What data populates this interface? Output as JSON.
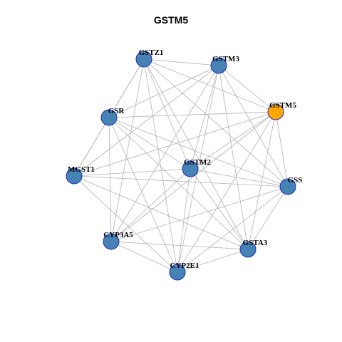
{
  "title": "GSTM5",
  "colors": {
    "default_node": "#4682b4",
    "highlight_node": "#ffa500",
    "node_border": "#1f2fbf",
    "edge": "#b3b3b3"
  },
  "nodes": [
    {
      "id": "GSTZ1",
      "highlight": false
    },
    {
      "id": "GSTM3",
      "highlight": false
    },
    {
      "id": "GSTM5",
      "highlight": true
    },
    {
      "id": "GSR",
      "highlight": false
    },
    {
      "id": "GSTM2",
      "highlight": false
    },
    {
      "id": "MGST1",
      "highlight": false
    },
    {
      "id": "GSS",
      "highlight": false
    },
    {
      "id": "CYP3A5",
      "highlight": false
    },
    {
      "id": "GSTA3",
      "highlight": false
    },
    {
      "id": "CYP2E1",
      "highlight": false
    }
  ],
  "edges": [
    [
      "GSTZ1",
      "GSTM3"
    ],
    [
      "GSTZ1",
      "GSTM5"
    ],
    [
      "GSTZ1",
      "GSR"
    ],
    [
      "GSTZ1",
      "MGST1"
    ],
    [
      "GSTZ1",
      "GSTM2"
    ],
    [
      "GSTZ1",
      "GSS"
    ],
    [
      "GSTZ1",
      "CYP3A5"
    ],
    [
      "GSTZ1",
      "GSTA3"
    ],
    [
      "GSTZ1",
      "CYP2E1"
    ],
    [
      "GSTM3",
      "GSTM5"
    ],
    [
      "GSTM3",
      "GSR"
    ],
    [
      "GSTM3",
      "MGST1"
    ],
    [
      "GSTM3",
      "GSTM2"
    ],
    [
      "GSTM3",
      "GSS"
    ],
    [
      "GSTM3",
      "CYP3A5"
    ],
    [
      "GSTM3",
      "GSTA3"
    ],
    [
      "GSTM3",
      "CYP2E1"
    ],
    [
      "GSTM5",
      "GSR"
    ],
    [
      "GSTM5",
      "MGST1"
    ],
    [
      "GSTM5",
      "GSTM2"
    ],
    [
      "GSTM5",
      "GSS"
    ],
    [
      "GSTM5",
      "CYP3A5"
    ],
    [
      "GSTM5",
      "GSTA3"
    ],
    [
      "GSTM5",
      "CYP2E1"
    ],
    [
      "GSR",
      "MGST1"
    ],
    [
      "GSR",
      "GSTM2"
    ],
    [
      "GSR",
      "GSS"
    ],
    [
      "GSR",
      "CYP3A5"
    ],
    [
      "GSR",
      "GSTA3"
    ],
    [
      "GSR",
      "CYP2E1"
    ],
    [
      "MGST1",
      "GSTM2"
    ],
    [
      "MGST1",
      "GSS"
    ],
    [
      "MGST1",
      "CYP2E1"
    ],
    [
      "MGST1",
      "GSTA3"
    ],
    [
      "GSTM2",
      "GSS"
    ],
    [
      "GSTM2",
      "CYP3A5"
    ],
    [
      "GSTM2",
      "GSTA3"
    ],
    [
      "GSTM2",
      "CYP2E1"
    ],
    [
      "GSS",
      "CYP3A5"
    ],
    [
      "GSS",
      "GSTA3"
    ],
    [
      "GSS",
      "CYP2E1"
    ],
    [
      "CYP3A5",
      "GSTA3"
    ],
    [
      "CYP3A5",
      "CYP2E1"
    ],
    [
      "GSTA3",
      "CYP2E1"
    ]
  ]
}
